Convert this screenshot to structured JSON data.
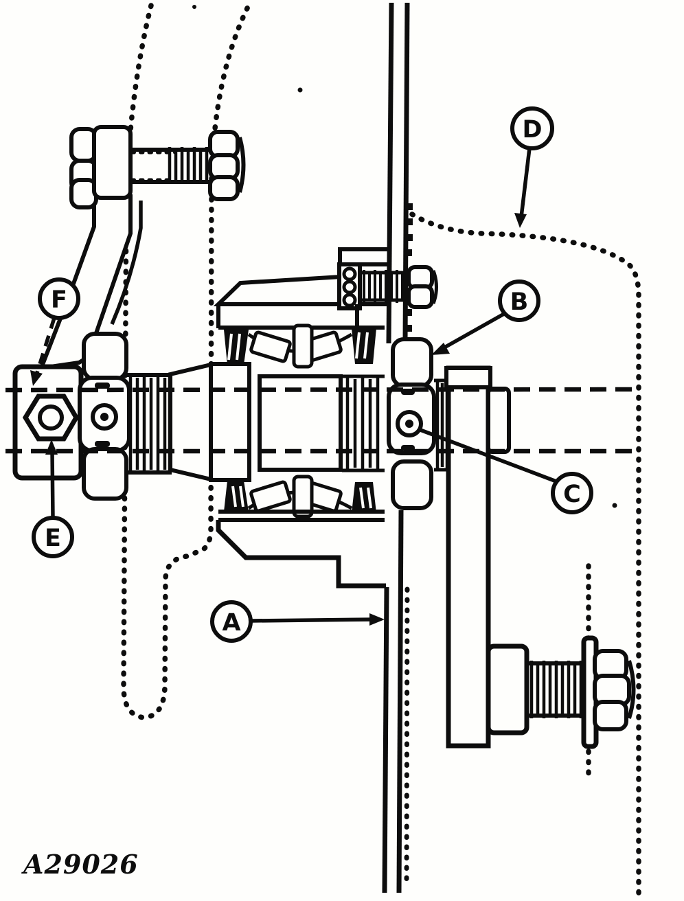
{
  "figure_number": "A29026",
  "callouts": {
    "a": "A",
    "b": "B",
    "c": "C",
    "d": "D",
    "e": "E",
    "f": "F"
  },
  "colors": {
    "ink": "#0d0d0d",
    "paper": "#fefefc"
  }
}
